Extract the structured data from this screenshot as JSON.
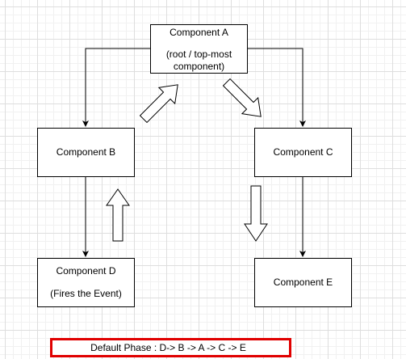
{
  "nodes": {
    "a": {
      "title": "Component A",
      "note": "(root / top-most component)"
    },
    "b": {
      "title": "Component B"
    },
    "c": {
      "title": "Component C"
    },
    "d": {
      "title": "Component D",
      "note": "(Fires the Event)"
    },
    "e": {
      "title": "Component E"
    }
  },
  "edges": [
    {
      "from": "a",
      "to": "b"
    },
    {
      "from": "a",
      "to": "c"
    },
    {
      "from": "b",
      "to": "d"
    },
    {
      "from": "c",
      "to": "e"
    }
  ],
  "flow_arrows": [
    {
      "direction": "up",
      "near": "b"
    },
    {
      "direction": "up-right",
      "toward": "a"
    },
    {
      "direction": "down-right",
      "toward": "c"
    },
    {
      "direction": "down",
      "near": "e"
    }
  ],
  "phase_label": "Default Phase : D-> B -> A -> C -> E",
  "colors": {
    "line": "#000000",
    "phase_border": "#e00000",
    "background": "#ffffff"
  }
}
